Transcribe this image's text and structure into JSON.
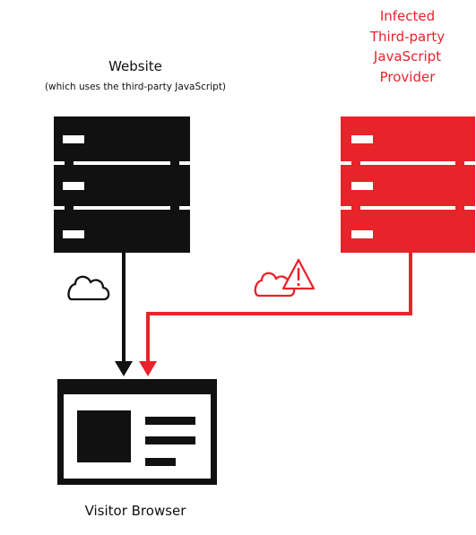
{
  "nodes": {
    "website": {
      "title": "Website",
      "subtitle": "(which uses the third-party JavaScript)",
      "icon": "server-icon",
      "color": "#111111"
    },
    "provider": {
      "title_lines": [
        "Infected",
        "Third-party",
        "JavaScript",
        "Provider"
      ],
      "icon": "server-icon",
      "color": "#e8232a"
    },
    "browser": {
      "title": "Visitor Browser",
      "icon": "browser-window-icon",
      "color": "#111111"
    }
  },
  "edges": [
    {
      "from": "website",
      "to": "browser",
      "icon": "cloud-icon",
      "color": "#111111"
    },
    {
      "from": "provider",
      "to": "browser",
      "icon": "cloud-warning-icon",
      "color": "#e8232a"
    }
  ]
}
